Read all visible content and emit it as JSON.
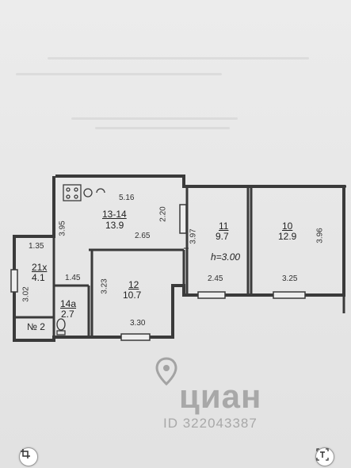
{
  "rooms": [
    {
      "number": "13-14",
      "area": "13.9"
    },
    {
      "number": "11",
      "area": "9.7"
    },
    {
      "number": "10",
      "area": "12.9"
    },
    {
      "number": "21х",
      "area": "4.1"
    },
    {
      "number": "12",
      "area": "10.7"
    },
    {
      "number": "14a",
      "area": "2.7"
    },
    {
      "number": "№ 2",
      "area": ""
    }
  ],
  "ceiling_height": "h=3.00",
  "dimensions": {
    "d516": "5.16",
    "d395": "3.95",
    "d220": "2.20",
    "d265": "2.65",
    "d135": "1.35",
    "d145": "1.45",
    "d302": "3.02",
    "d323": "3.23",
    "d330": "3.30",
    "d397": "3.97",
    "d245": "2.45",
    "d325": "3.25",
    "d396": "3.96"
  },
  "watermark": {
    "brand": "циан",
    "id_text": "ID 322043387"
  },
  "icons": {
    "crop": "crop-icon",
    "text": "text-recognize-icon"
  }
}
